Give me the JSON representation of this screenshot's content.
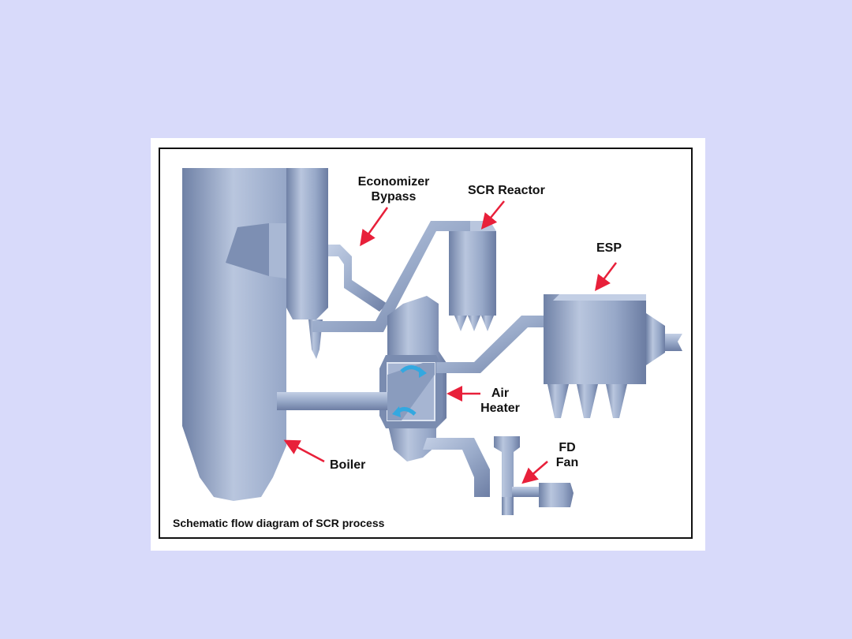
{
  "labels": {
    "economizer_line1": "Economizer",
    "economizer_line2": "Bypass",
    "scr_reactor": "SCR Reactor",
    "esp": "ESP",
    "air_line1": "Air",
    "air_line2": "Heater",
    "fd_line1": "FD",
    "fd_line2": "Fan",
    "boiler": "Boiler"
  },
  "caption": "Schematic flow diagram of SCR process",
  "colors": {
    "background": "#d8dafa",
    "equipment": "#98a8c6",
    "arrow": "#e8203a",
    "flow_arrow": "#33a8e0"
  }
}
